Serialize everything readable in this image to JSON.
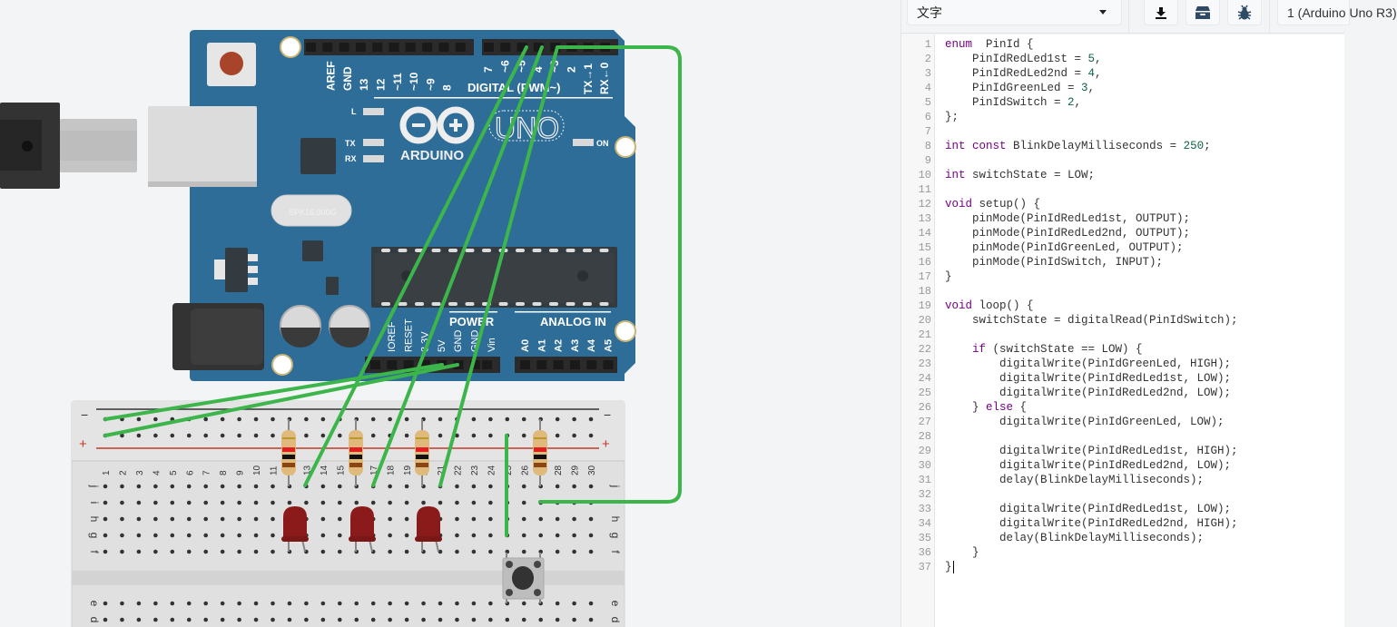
{
  "toolbar": {
    "mode_select_value": "文字",
    "download_button": "download-icon",
    "components_button": "archive-icon",
    "debug_button": "bug-icon",
    "device_select_value": "1 (Arduino Uno R3)"
  },
  "colors": {
    "board_blue": "#2f6d99",
    "wire_green": "#3cb54a",
    "led_red": "#8b1a1a",
    "keyword": "#770088",
    "number": "#116644"
  },
  "board": {
    "name": "ARDUINO",
    "model": "UNO",
    "crystal_label": "SPK16.000G",
    "digital_header_label": "DIGITAL (PWM~)",
    "power_header_label": "POWER",
    "analog_header_label": "ANALOG IN",
    "led_labels": [
      "L",
      "TX",
      "RX",
      "ON"
    ],
    "digital_pins_left": [
      "AREF",
      "GND",
      "13",
      "12",
      "~11",
      "~10",
      "~9",
      "8"
    ],
    "digital_pins_right": [
      "7",
      "~6",
      "~5",
      "4",
      "~3",
      "2",
      "TX→1",
      "RX←0"
    ],
    "power_pins": [
      "IOREF",
      "RESET",
      "3.3V",
      "5V",
      "GND",
      "GND",
      "Vin"
    ],
    "analog_pins": [
      "A0",
      "A1",
      "A2",
      "A3",
      "A4",
      "A5"
    ]
  },
  "breadboard": {
    "rail_minus": "−",
    "rail_plus": "+",
    "columns": [
      "1",
      "2",
      "3",
      "4",
      "5",
      "6",
      "7",
      "8",
      "9",
      "10",
      "11",
      "12",
      "13",
      "14",
      "15",
      "16",
      "17",
      "18",
      "19",
      "20",
      "21",
      "22",
      "23",
      "24",
      "25",
      "26",
      "27",
      "28",
      "29",
      "30"
    ],
    "rows_top": [
      "j",
      "i",
      "h",
      "g",
      "f"
    ],
    "rows_bottom": [
      "e",
      "d"
    ]
  },
  "code": {
    "lines": [
      [
        [
          "kw",
          "enum"
        ],
        [
          "",
          "  PinId {"
        ]
      ],
      [
        [
          "",
          "    PinIdRedLed1st = "
        ],
        [
          "num",
          "5"
        ],
        [
          "",
          ","
        ]
      ],
      [
        [
          "",
          "    PinIdRedLed2nd = "
        ],
        [
          "num",
          "4"
        ],
        [
          "",
          ","
        ]
      ],
      [
        [
          "",
          "    PinIdGreenLed = "
        ],
        [
          "num",
          "3"
        ],
        [
          "",
          ","
        ]
      ],
      [
        [
          "",
          "    PinIdSwitch = "
        ],
        [
          "num",
          "2"
        ],
        [
          "",
          ","
        ]
      ],
      [
        [
          "",
          "};"
        ]
      ],
      [],
      [
        [
          "kw",
          "int"
        ],
        [
          "",
          ""
        ],
        [
          "kw",
          " const"
        ],
        [
          "",
          "",
          " "
        ],
        [
          "",
          "BlinkDelayMilliseconds = "
        ],
        [
          "num",
          "250"
        ],
        [
          "",
          ";"
        ]
      ],
      [],
      [
        [
          "kw",
          "int"
        ],
        [
          "",
          "",
          " switchState = LOW;"
        ]
      ],
      [],
      [
        [
          "kw",
          "void"
        ],
        [
          "",
          "",
          " setup() {"
        ]
      ],
      [
        [
          "",
          "    pinMode(PinIdRedLed1st, OUTPUT);"
        ]
      ],
      [
        [
          "",
          "    pinMode(PinIdRedLed2nd, OUTPUT);"
        ]
      ],
      [
        [
          "",
          "    pinMode(PinIdGreenLed, OUTPUT);"
        ]
      ],
      [
        [
          "",
          "    pinMode(PinIdSwitch, INPUT);"
        ]
      ],
      [
        [
          "",
          "}"
        ]
      ],
      [],
      [
        [
          "kw",
          "void"
        ],
        [
          "",
          "",
          " loop() {"
        ]
      ],
      [
        [
          "",
          "    switchState = digitalRead(PinIdSwitch);"
        ]
      ],
      [],
      [
        [
          "",
          "    "
        ],
        [
          "kw",
          "if"
        ],
        [
          "",
          "",
          " (switchState == LOW) {"
        ]
      ],
      [
        [
          "",
          "        digitalWrite(PinIdGreenLed, HIGH);"
        ]
      ],
      [
        [
          "",
          "        digitalWrite(PinIdRedLed1st, LOW);"
        ]
      ],
      [
        [
          "",
          "        digitalWrite(PinIdRedLed2nd, LOW);"
        ]
      ],
      [
        [
          "",
          "    } "
        ],
        [
          "kw",
          "else"
        ],
        [
          "",
          "",
          " {"
        ]
      ],
      [
        [
          "",
          "        digitalWrite(PinIdGreenLed, LOW);"
        ]
      ],
      [],
      [
        [
          "",
          "        digitalWrite(PinIdRedLed1st, HIGH);"
        ]
      ],
      [
        [
          "",
          "        digitalWrite(PinIdRedLed2nd, LOW);"
        ]
      ],
      [
        [
          "",
          "        delay(BlinkDelayMilliseconds);"
        ]
      ],
      [],
      [
        [
          "",
          "        digitalWrite(PinIdRedLed1st, LOW);"
        ]
      ],
      [
        [
          "",
          "        digitalWrite(PinIdRedLed2nd, HIGH);"
        ]
      ],
      [
        [
          "",
          "        delay(BlinkDelayMilliseconds);"
        ]
      ],
      [
        [
          "",
          "    }"
        ]
      ],
      [
        [
          "",
          "}"
        ]
      ]
    ],
    "cursor_line": 37
  }
}
